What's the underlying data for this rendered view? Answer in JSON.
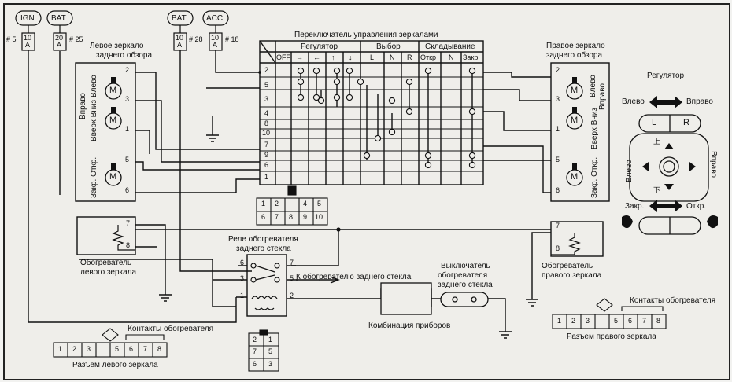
{
  "power": {
    "ign": "IGN",
    "bat1": "BAT",
    "bat2": "BAT",
    "acc": "ACC",
    "fuse_a": {
      "num": "# 5",
      "rating": "10",
      "unit": "A"
    },
    "fuse_b": {
      "num": "# 25",
      "rating": "20",
      "unit": "A"
    },
    "fuse_c": {
      "num": "# 28",
      "rating": "10",
      "unit": "A"
    },
    "fuse_d": {
      "num": "# 18",
      "rating": "10",
      "unit": "A"
    }
  },
  "left_mirror": {
    "title_1": "Левое зеркало",
    "title_2": "заднего обзора",
    "pins": [
      "2",
      "3",
      "1",
      "5",
      "6"
    ],
    "motor_label": "M",
    "lbl_left": "Влево",
    "lbl_right": "Вправо",
    "lbl_updown": "Вверх Вниз",
    "lbl_closeopen": "Закр. Откр."
  },
  "right_mirror": {
    "title_1": "Правое зеркало",
    "title_2": "заднего обзора",
    "pins": [
      "2",
      "3",
      "1",
      "5",
      "6"
    ],
    "motor_label": "M",
    "lbl_left": "Влево",
    "lbl_right": "Вправо",
    "lbl_updown": "Вверх Вниз",
    "lbl_closeopen": "Закр. Откр."
  },
  "switch": {
    "title": "Переключатель управления зеркалами",
    "group_reg": "Регулятор",
    "group_sel": "Выбор",
    "group_fold": "Складывание",
    "col_off": "OFF",
    "col_arrows": [
      "→",
      "←",
      "↑",
      "↓"
    ],
    "col_sel": [
      "L",
      "N",
      "R"
    ],
    "col_fold": [
      "Откр",
      "N",
      "Закр"
    ],
    "rows": [
      "2",
      "5",
      "3",
      "4",
      "8",
      "10",
      "7",
      "9",
      "6",
      "1"
    ]
  },
  "switch_connector": {
    "top": [
      "1",
      "2",
      "",
      "4",
      "5"
    ],
    "bottom": [
      "6",
      "7",
      "8",
      "9",
      "10"
    ]
  },
  "heater_left": {
    "pins": [
      "7",
      "8"
    ],
    "label_1": "Обогреватель",
    "label_2": "левого зеркала"
  },
  "heater_right": {
    "pins": [
      "7",
      "8"
    ],
    "label_1": "Обогреватель",
    "label_2": "правого зеркала"
  },
  "relay": {
    "title_1": "Реле обогревателя",
    "title_2": "заднего стекла",
    "pins": [
      "6",
      "7",
      "3",
      "5",
      "1",
      "2"
    ],
    "to_heater": "К обогревателю заднего стекла"
  },
  "cluster": {
    "label": "Комбинация приборов"
  },
  "rear_switch": {
    "label_1": "Выключатель",
    "label_2": "обогревателя",
    "label_3": "заднего стекла"
  },
  "left_connector": {
    "contacts_label": "Контакты обогревателя",
    "cells": [
      "1",
      "2",
      "3",
      "",
      "5",
      "6",
      "7",
      "8"
    ],
    "caption": "Разъем левого зеркала"
  },
  "right_connector": {
    "contacts_label": "Контакты обогревателя",
    "cells": [
      "1",
      "2",
      "3",
      "",
      "5",
      "6",
      "7",
      "8"
    ],
    "caption": "Разъем правого зеркала"
  },
  "relay_connector": {
    "cells": [
      "2",
      "1",
      "7",
      "5",
      "6",
      "3"
    ]
  },
  "regulator": {
    "title": "Регулятор",
    "left": "Влево",
    "right": "Вправо",
    "btn_l": "L",
    "btn_r": "R",
    "up": "上",
    "down": "下",
    "side_left": "Влево",
    "side_right": "Вправо",
    "close": "Закр.",
    "open": "Откр."
  }
}
